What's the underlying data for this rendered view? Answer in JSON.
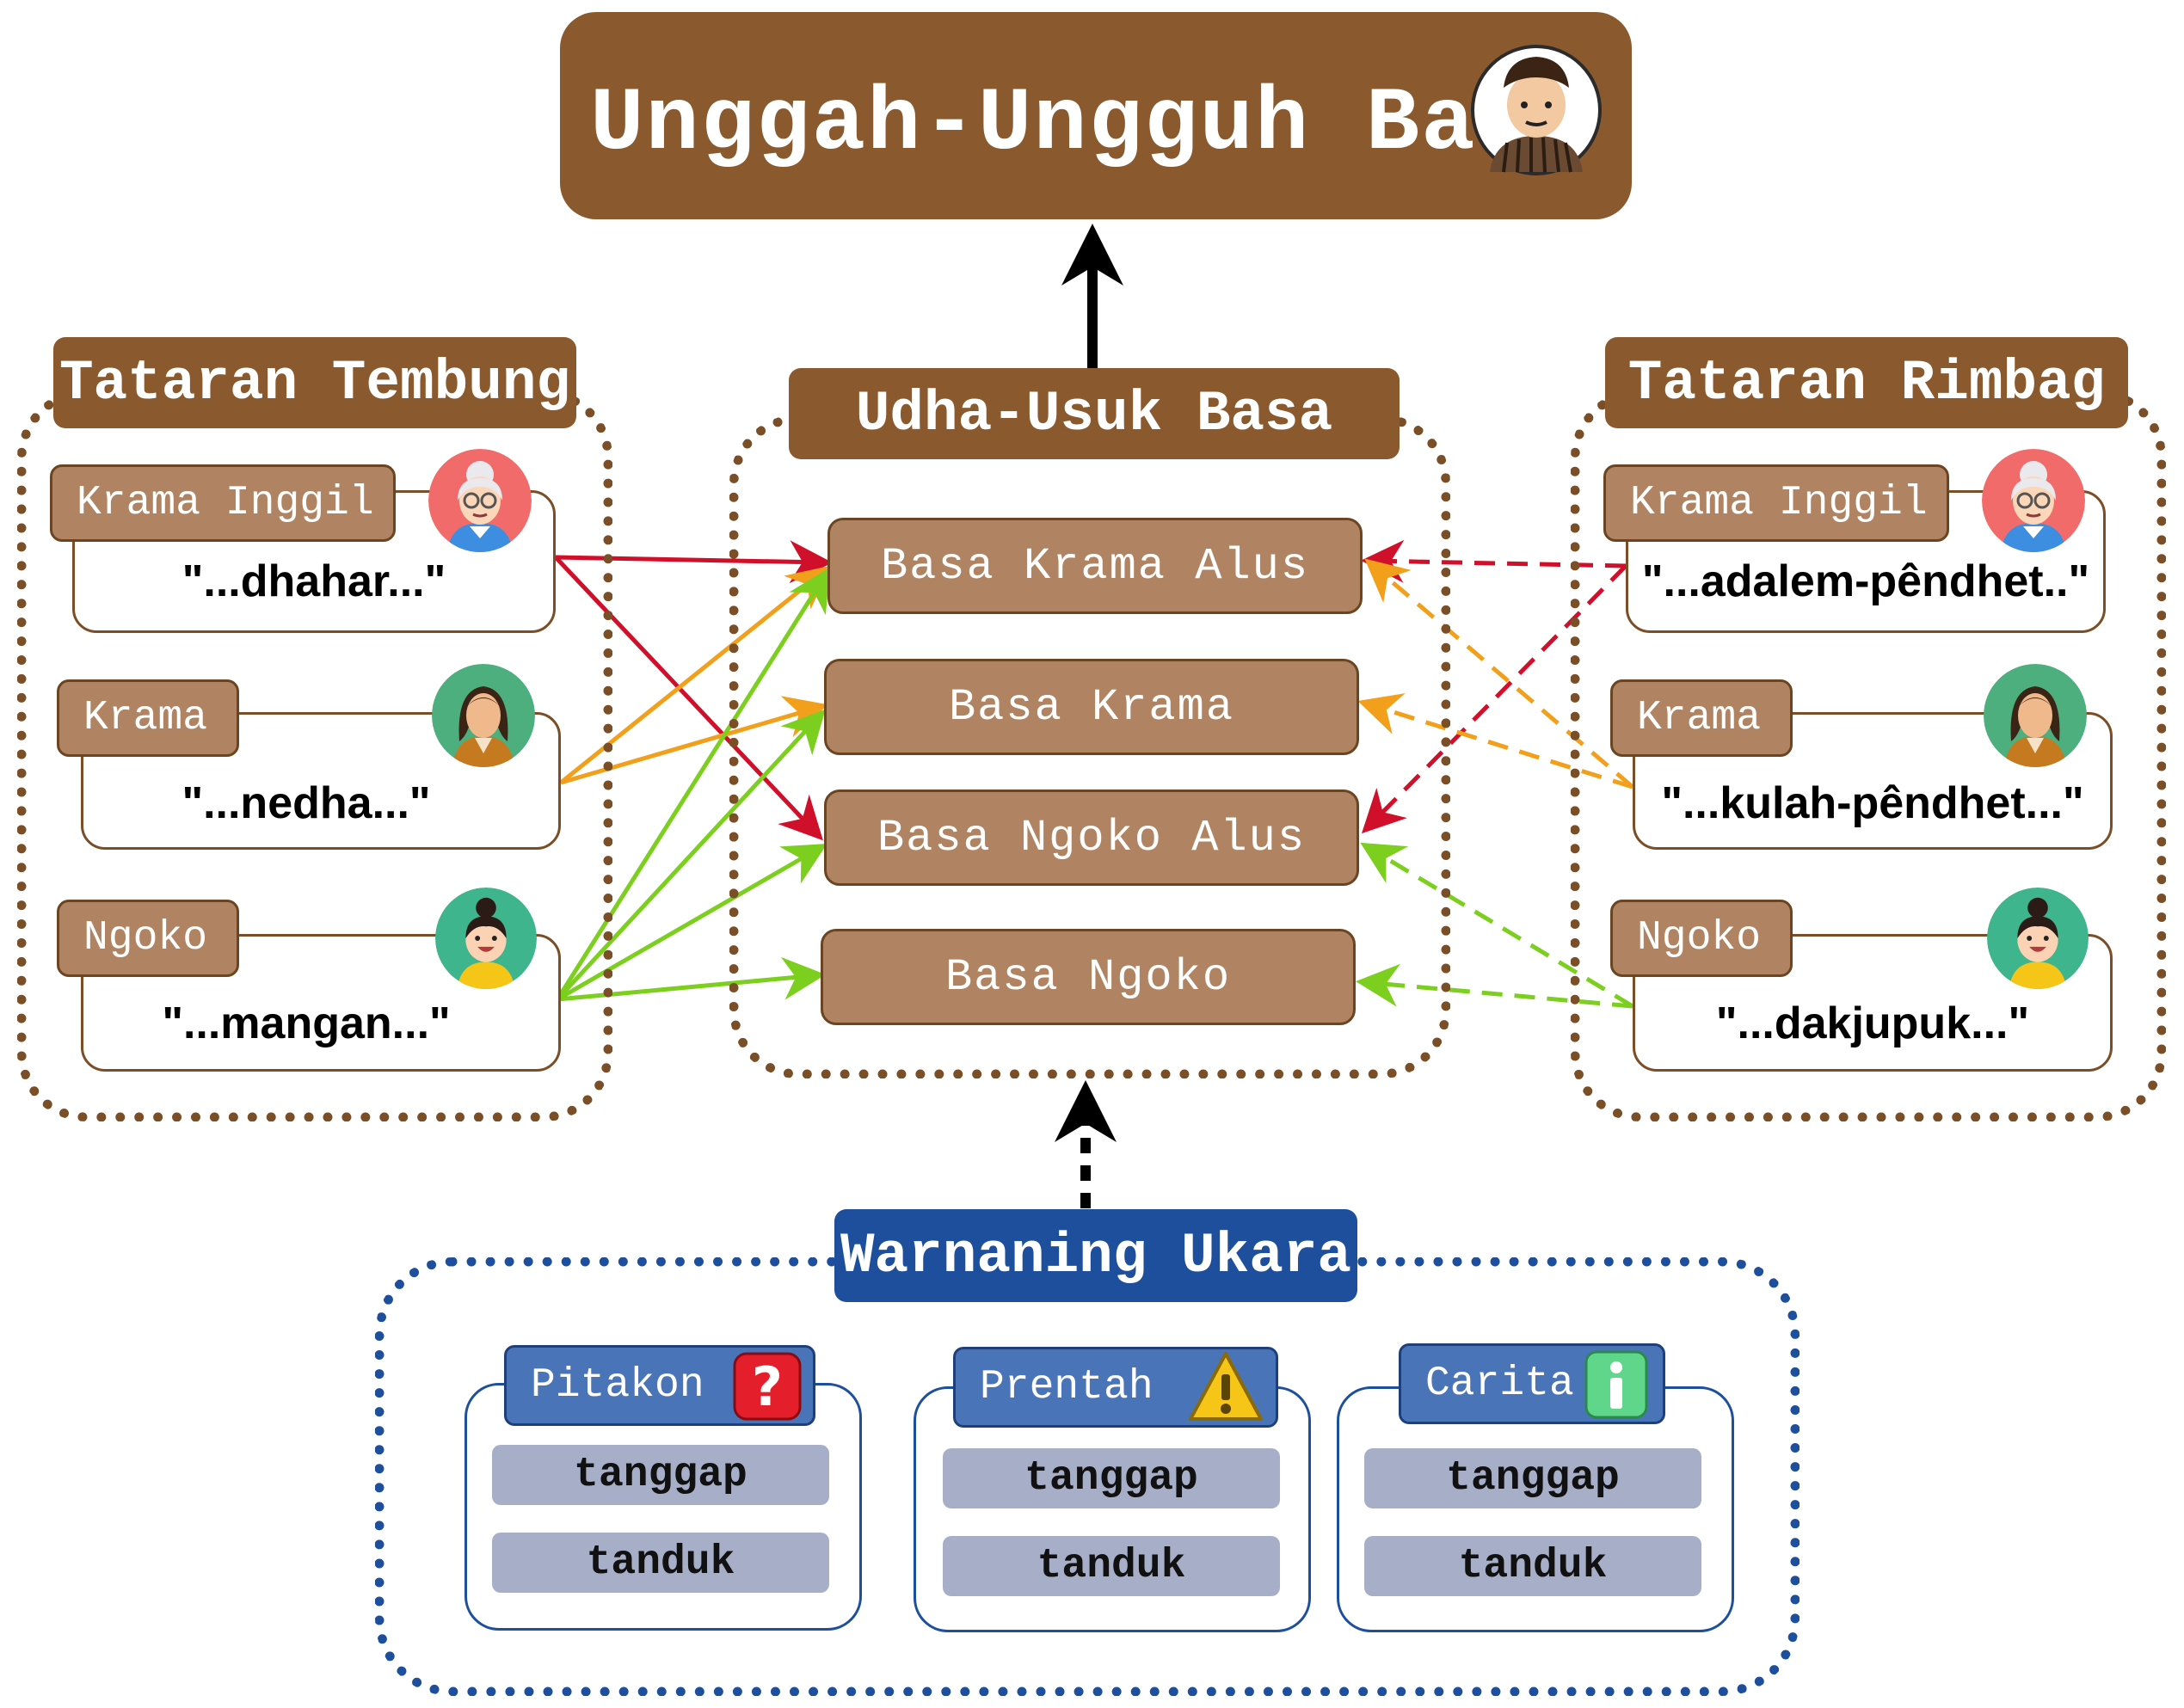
{
  "title": "Unggah-Ungguh Basa",
  "center": {
    "header": "Udha-Usuk Basa",
    "levels": [
      "Basa Krama Alus",
      "Basa Krama",
      "Basa Ngoko Alus",
      "Basa Ngoko"
    ]
  },
  "left": {
    "header": "Tataran Tembung",
    "items": [
      {
        "tag": "Krama Inggil",
        "quote": "\"...dhahar...\""
      },
      {
        "tag": "Krama",
        "quote": "\"...nedha...\""
      },
      {
        "tag": "Ngoko",
        "quote": "\"...mangan...\""
      }
    ]
  },
  "right": {
    "header": "Tataran Rimbag",
    "items": [
      {
        "tag": "Krama Inggil",
        "quote": "\"...adalem-pêndhet..\""
      },
      {
        "tag": "Krama",
        "quote": "\"...kulah-pêndhet...\""
      },
      {
        "tag": "Ngoko",
        "quote": "\"...dakjupuk...\""
      }
    ]
  },
  "bottom": {
    "header": "Warnaning Ukara",
    "groups": [
      {
        "tag": "Pitakon",
        "icon": "question-mark-icon",
        "items": [
          "tanggap",
          "tanduk"
        ]
      },
      {
        "tag": "Prentah",
        "icon": "warning-icon",
        "items": [
          "tanggap",
          "tanduk"
        ]
      },
      {
        "tag": "Carita",
        "icon": "info-icon",
        "items": [
          "tanggap",
          "tanduk"
        ]
      }
    ]
  },
  "colors": {
    "brown": "#8a5a2e",
    "light_brown": "#b08462",
    "blue": "#1d4f9c",
    "red_arrow": "#d0102a",
    "orange_arrow": "#f2a01c",
    "green_arrow": "#7ccf1e"
  }
}
